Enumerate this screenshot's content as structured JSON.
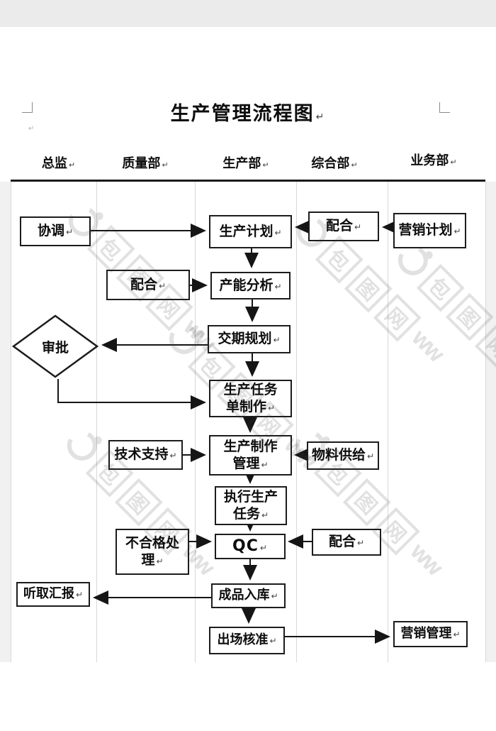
{
  "title": "生产管理流程图",
  "marks": {
    "return": "↵"
  },
  "lanes": [
    {
      "label": "总监"
    },
    {
      "label": "质量部"
    },
    {
      "label": "生产部"
    },
    {
      "label": "综合部"
    },
    {
      "label": "业务部"
    }
  ],
  "nodes": {
    "xietiao": {
      "label": "协调",
      "lane": "总监",
      "shape": "rect"
    },
    "shengchanjihua": {
      "label": "生产计划",
      "lane": "生产部",
      "shape": "rect"
    },
    "peihe_zonghe1": {
      "label": "配合",
      "lane": "综合部",
      "shape": "rect"
    },
    "yingxiaojihua": {
      "label": "营销计划",
      "lane": "业务部",
      "shape": "rect"
    },
    "peihe_zhiliang": {
      "label": "配合",
      "lane": "质量部",
      "shape": "rect"
    },
    "channengfenxi": {
      "label": "产能分析",
      "lane": "生产部",
      "shape": "rect"
    },
    "shenpi": {
      "label": "审批",
      "lane": "总监",
      "shape": "diamond"
    },
    "jiaoqiguihua": {
      "label": "交期规划",
      "lane": "生产部",
      "shape": "rect"
    },
    "renwudan": {
      "label": "生产任务\n单制作",
      "lane": "生产部",
      "shape": "rect"
    },
    "jishuzhichi": {
      "label": "技术支持",
      "lane": "质量部",
      "shape": "rect"
    },
    "zhizuoguanli": {
      "label": "生产制作\n管理",
      "lane": "生产部",
      "shape": "rect"
    },
    "wuliaogongji": {
      "label": "物料供给",
      "lane": "综合部",
      "shape": "rect"
    },
    "zhixingrenwu": {
      "label": "执行生产\n任务",
      "lane": "生产部",
      "shape": "rect"
    },
    "buhegechuli": {
      "label": "不合格处\n理",
      "lane": "质量部",
      "shape": "rect"
    },
    "qc": {
      "label": "QC",
      "lane": "生产部",
      "shape": "rect"
    },
    "peihe_zonghe2": {
      "label": "配合",
      "lane": "综合部",
      "shape": "rect"
    },
    "tingquhuibao": {
      "label": "听取汇报",
      "lane": "总监",
      "shape": "rect"
    },
    "chengpinruku": {
      "label": "成品入库",
      "lane": "生产部",
      "shape": "rect"
    },
    "chuchanghezhun": {
      "label": "出场核准",
      "lane": "生产部",
      "shape": "rect"
    },
    "yingxiaoguanli": {
      "label": "营销管理",
      "lane": "业务部",
      "shape": "rect"
    }
  },
  "edges": [
    {
      "from": "xietiao",
      "to": "shengchanjihua"
    },
    {
      "from": "peihe_zonghe1",
      "to": "shengchanjihua"
    },
    {
      "from": "yingxiaojihua",
      "to": "peihe_zonghe1"
    },
    {
      "from": "shengchanjihua",
      "to": "channengfenxi"
    },
    {
      "from": "peihe_zhiliang",
      "to": "channengfenxi"
    },
    {
      "from": "channengfenxi",
      "to": "jiaoqiguihua"
    },
    {
      "from": "jiaoqiguihua",
      "to": "shenpi"
    },
    {
      "from": "shenpi",
      "to": "renwudan"
    },
    {
      "from": "jiaoqiguihua",
      "to": "renwudan"
    },
    {
      "from": "renwudan",
      "to": "zhizuoguanli"
    },
    {
      "from": "jishuzhichi",
      "to": "zhizuoguanli"
    },
    {
      "from": "wuliaogongji",
      "to": "zhizuoguanli"
    },
    {
      "from": "zhizuoguanli",
      "to": "zhixingrenwu"
    },
    {
      "from": "zhixingrenwu",
      "to": "qc"
    },
    {
      "from": "buhegechuli",
      "to": "qc"
    },
    {
      "from": "peihe_zonghe2",
      "to": "qc"
    },
    {
      "from": "qc",
      "to": "chengpinruku"
    },
    {
      "from": "chengpinruku",
      "to": "tingquhuibao"
    },
    {
      "from": "chengpinruku",
      "to": "chuchanghezhun"
    },
    {
      "from": "chuchanghezhun",
      "to": "yingxiaoguanli"
    }
  ],
  "watermark": {
    "chars": [
      "包",
      "图",
      "网"
    ],
    "tail": "WW"
  },
  "colors": {
    "line": "#1a1a1a",
    "lane_divider": "#d8d8d8",
    "top_band": "#ebebeb"
  }
}
